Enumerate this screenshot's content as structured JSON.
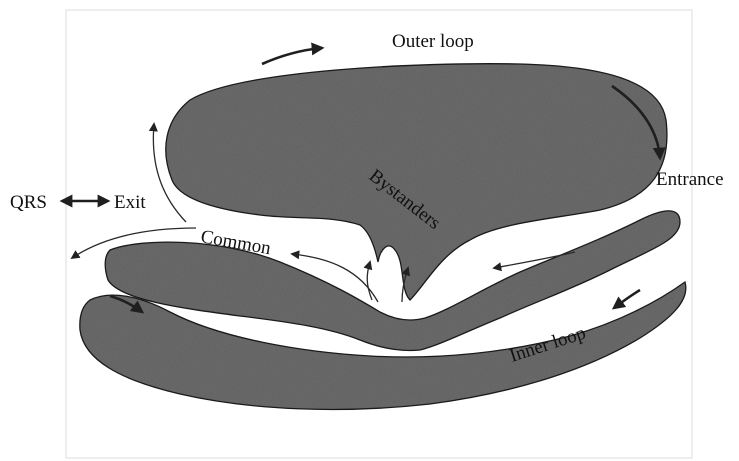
{
  "labels": {
    "outer_loop": "Outer loop",
    "entrance": "Entrance",
    "bystanders": "Bystanders",
    "common": "Common",
    "exit": "Exit",
    "qrs": "QRS",
    "inner_loop": "Inner loop"
  },
  "colors": {
    "isthmus_fill": "#5c5c5c",
    "isthmus_stroke": "#1a1a1a",
    "background": "#ffffff"
  }
}
